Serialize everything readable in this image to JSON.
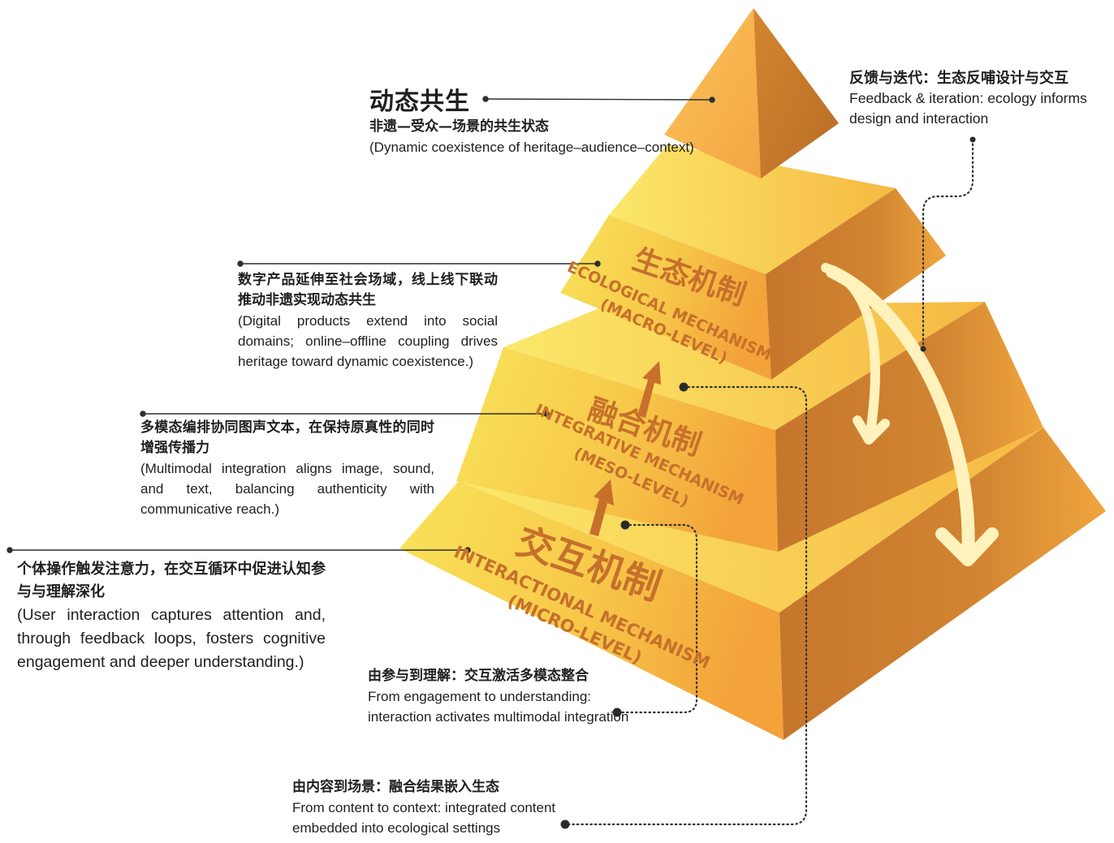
{
  "apex": {
    "title": "动态共生",
    "subtitle_cn": "非遗—受众—场景的共生状态",
    "subtitle_en": "(Dynamic coexistence of heritage–audience–context)"
  },
  "feedback": {
    "title_cn": "反馈与迭代：生态反哺设计与交互",
    "text_en": "Feedback & iteration: ecology informs design and interaction"
  },
  "levels": {
    "ecological": {
      "label_cn": "生态机制",
      "label_en_1": "ECOLOGICAL MECHANISM",
      "label_en_2": "(MACRO-LEVEL)",
      "desc_cn": "数字产品延伸至社会场域，线上线下联动推动非遗实现动态共生",
      "desc_en": "(Digital products extend into social domains; online–offline coupling drives heritage toward dynamic coexistence.)"
    },
    "integrative": {
      "label_cn": "融合机制",
      "label_en_1": "INTEGRATIVE MECHANISM",
      "label_en_2": "(MESO-LEVEL)",
      "desc_cn": "多模态编排协同图声文本，在保持原真性的同时增强传播力",
      "desc_en": "(Multimodal integration aligns image, sound, and text, balancing authenticity with communicative reach.)"
    },
    "interactional": {
      "label_cn": "交互机制",
      "label_en_1": "INTERACTIONAL MECHANISM",
      "label_en_2": "(MICRO-LEVEL)",
      "desc_cn": "个体操作触发注意力，在交互循环中促进认知参与与理解深化",
      "desc_en": "(User interaction captures attention and, through feedback loops, fosters cognitive engagement and deeper understanding.)"
    }
  },
  "transitions": {
    "engagement": {
      "title_cn": "由参与到理解：交互激活多模态整合",
      "text_en": "From engagement to understanding: interaction activates multimodal integration"
    },
    "content": {
      "title_cn": "由内容到场景：融合结果嵌入生态",
      "text_en": "From content to context: integrated content embedded into ecological settings"
    }
  },
  "colors": {
    "front_light": "#f8df55",
    "front_dark": "#f4a43a",
    "side": "#c97a2e",
    "label": "#c6702b",
    "leader": "#2f2f2f",
    "arrow_cream": "#fff2bd"
  }
}
